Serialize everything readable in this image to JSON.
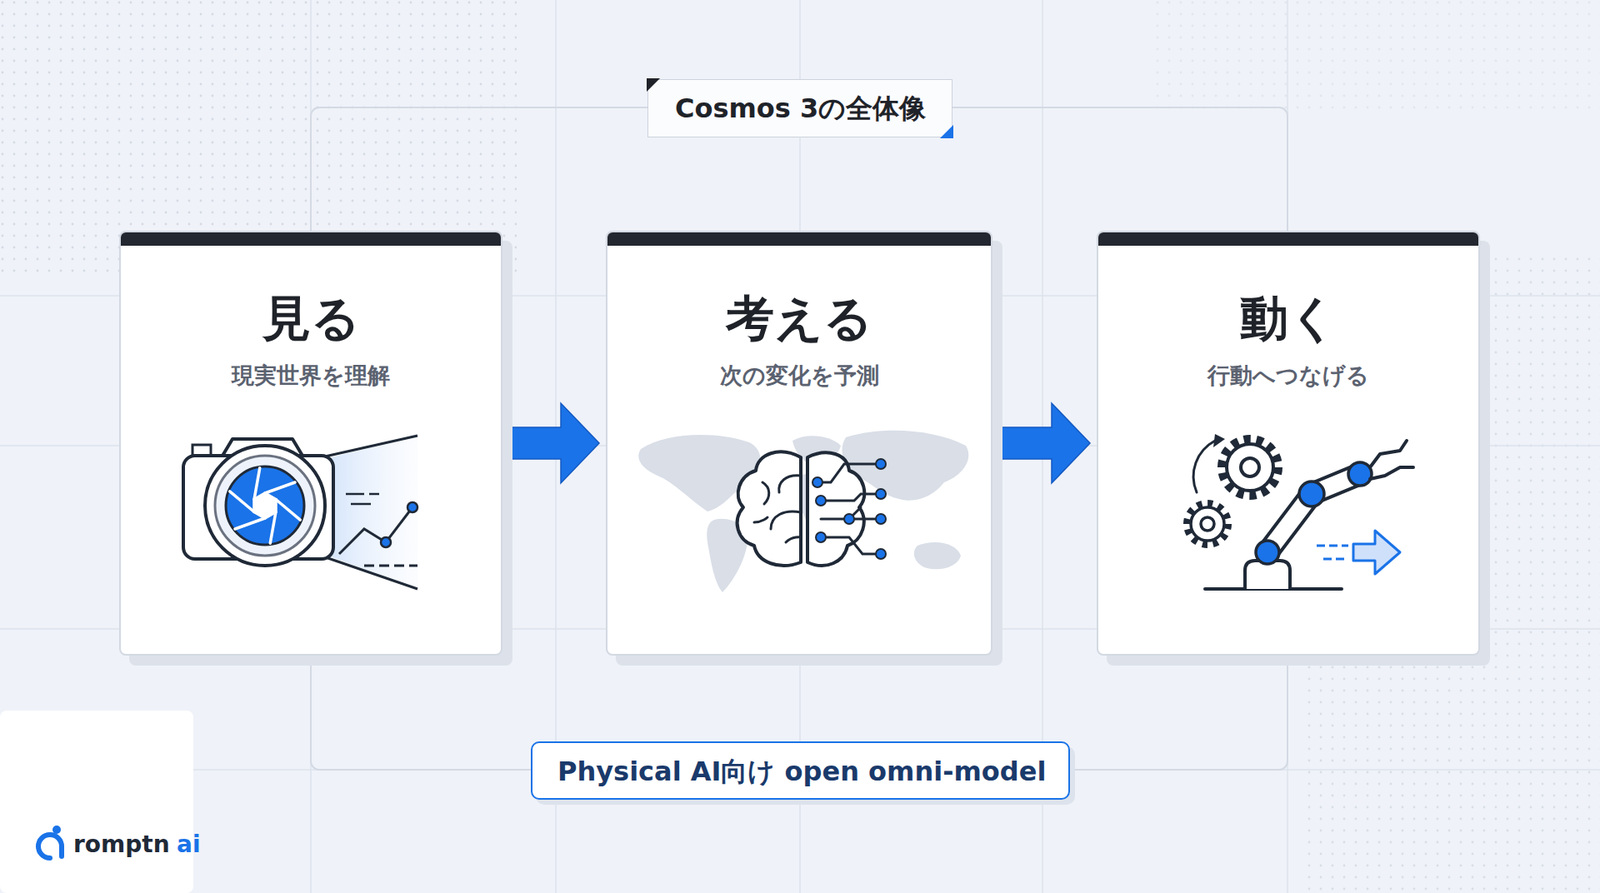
{
  "diagram": {
    "title": "Cosmos 3の全体像",
    "caption": "Physical AI向け open omni-model",
    "nodes": [
      {
        "text": [
          "見る",
          "現実世界を理解"
        ]
      },
      {
        "text": [
          "考える",
          "次の変化を予測"
        ]
      },
      {
        "text": [
          "動く",
          "行動へつなげる"
        ]
      }
    ],
    "edges": [
      {
        "from": 0,
        "to": 1,
        "arrow": "to"
      },
      {
        "from": 1,
        "to": 2,
        "arrow": "to"
      }
    ],
    "labels": [
      "romptn",
      "ai"
    ]
  }
}
